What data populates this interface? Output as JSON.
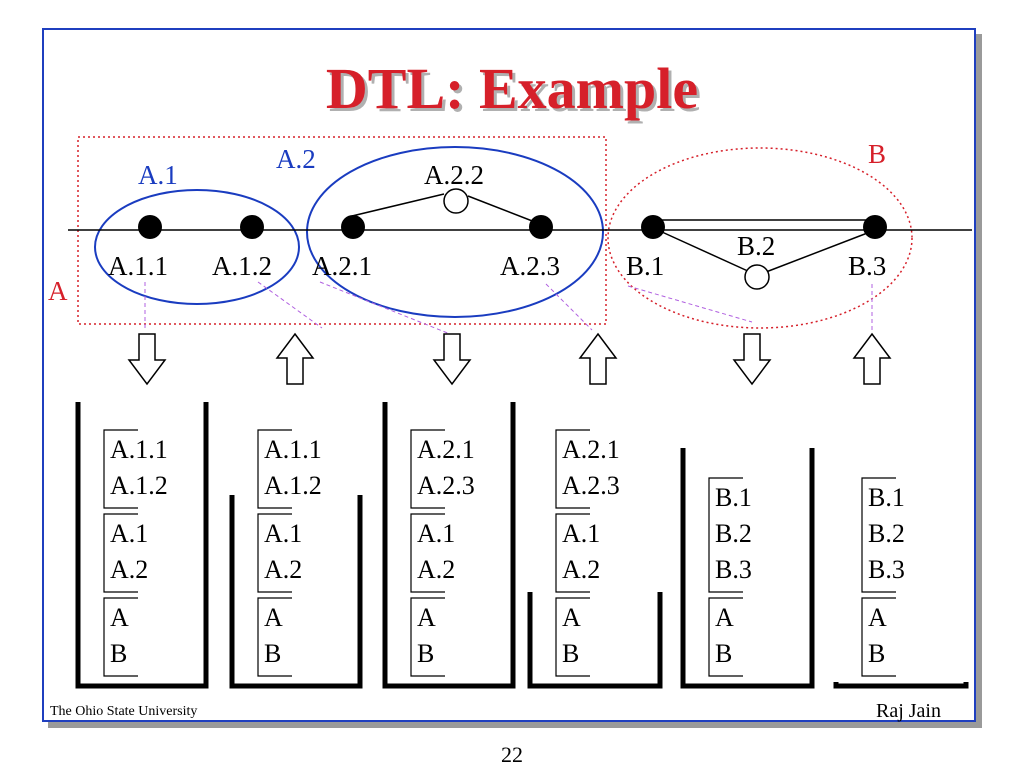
{
  "title": "DTL: Example",
  "groups": {
    "a": "A",
    "b": "B",
    "a1": "A.1",
    "a2": "A.2"
  },
  "nodes": {
    "a11": "A.1.1",
    "a12": "A.1.2",
    "a21": "A.2.1",
    "a22": "A.2.2",
    "a23": "A.2.3",
    "b1": "B.1",
    "b2": "B.2",
    "b3": "B.3"
  },
  "arrows": [
    "down",
    "up",
    "down",
    "up",
    "down",
    "up"
  ],
  "stacks": [
    {
      "levels": [
        [
          "A.1.1",
          "A.1.2"
        ],
        [
          "A.1",
          "A.2"
        ],
        [
          "A",
          "B"
        ]
      ]
    },
    {
      "levels": [
        [
          "A.1.1",
          "A.1.2"
        ],
        [
          "A.1",
          "A.2"
        ],
        [
          "A",
          "B"
        ]
      ]
    },
    {
      "levels": [
        [
          "A.2.1",
          "A.2.3"
        ],
        [
          "A.1",
          "A.2"
        ],
        [
          "A",
          "B"
        ]
      ]
    },
    {
      "levels": [
        [
          "A.2.1",
          "A.2.3"
        ],
        [
          "A.1",
          "A.2"
        ],
        [
          "A",
          "B"
        ]
      ]
    },
    {
      "levels": [
        [
          "B.1",
          "B.2",
          "B.3"
        ],
        [
          "A",
          "B"
        ]
      ]
    },
    {
      "levels": [
        [
          "B.1",
          "B.2",
          "B.3"
        ],
        [
          "A",
          "B"
        ]
      ]
    }
  ],
  "footer": {
    "left": "The Ohio State University",
    "right": "Raj Jain",
    "page_number": "22"
  },
  "colors": {
    "title": "#d6202a",
    "frame": "#1f3fbf",
    "group_blue": "#1a3cc0",
    "group_red": "#d6202a",
    "leader": "#b060e0"
  }
}
